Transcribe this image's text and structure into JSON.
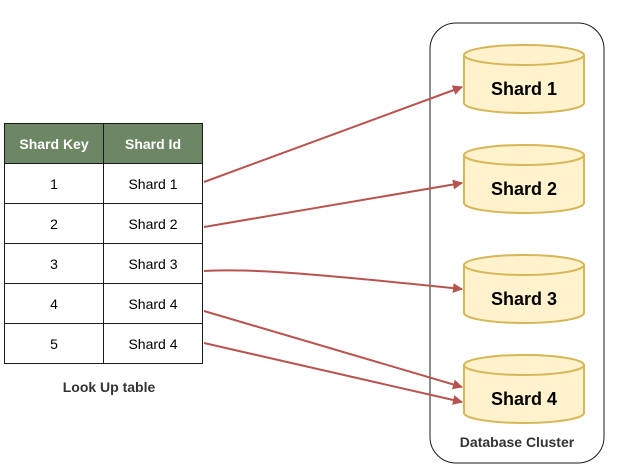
{
  "lookup_table": {
    "headers": [
      "Shard Key",
      "Shard Id"
    ],
    "rows": [
      [
        "1",
        "Shard 1"
      ],
      [
        "2",
        "Shard 2"
      ],
      [
        "3",
        "Shard 3"
      ],
      [
        "4",
        "Shard 4"
      ],
      [
        "5",
        "Shard 4"
      ]
    ],
    "caption": "Look Up table"
  },
  "cluster": {
    "label": "Database Cluster",
    "shards": [
      "Shard 1",
      "Shard 2",
      "Shard 3",
      "Shard 4"
    ]
  },
  "mappings": [
    {
      "row": 1,
      "shard": 1
    },
    {
      "row": 2,
      "shard": 2
    },
    {
      "row": 3,
      "shard": 3
    },
    {
      "row": 4,
      "shard": 4
    },
    {
      "row": 5,
      "shard": 4
    }
  ],
  "colors": {
    "header_fill": "#6d8764",
    "cylinder_fill": "#fff2cc",
    "cylinder_stroke": "#d6b656",
    "arrow": "#b85450",
    "cluster_border": "#1a1a1a"
  }
}
